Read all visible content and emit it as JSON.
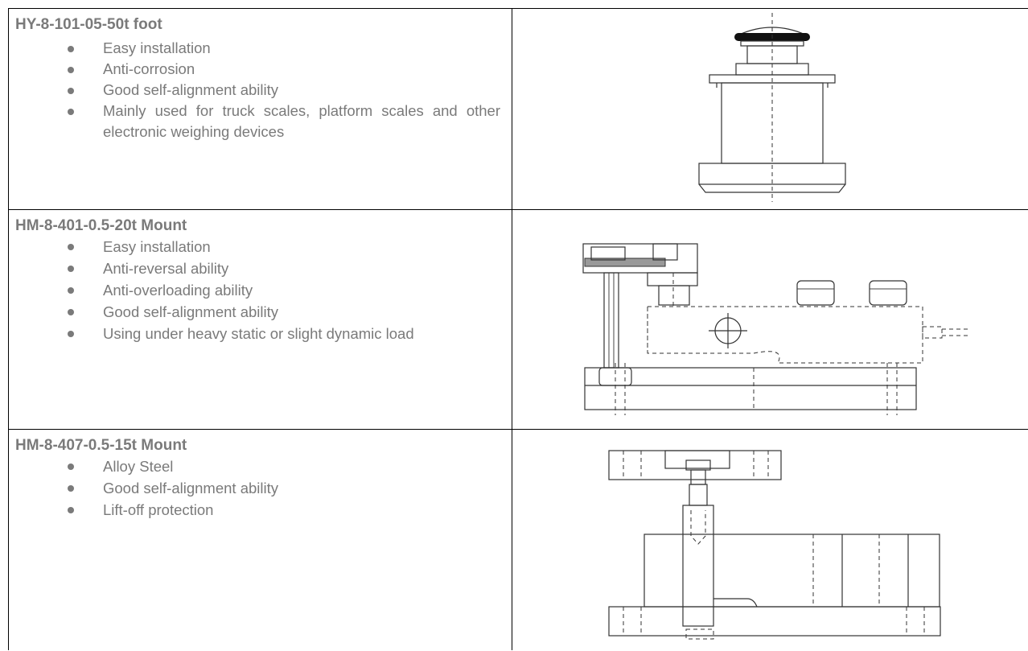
{
  "rows": [
    {
      "title": "HY-8-101-05-50t foot",
      "features": [
        "Easy installation",
        "Anti-corrosion",
        "Good self-alignment ability",
        "Mainly used for truck scales, platform scales and other electronic weighing devices"
      ]
    },
    {
      "title": "HM-8-401-0.5-20t Mount",
      "features": [
        "Easy installation",
        "Anti-reversal ability",
        "Anti-overloading ability",
        "Good self-alignment ability",
        "Using under heavy static or slight dynamic load"
      ]
    },
    {
      "title": "HM-8-407-0.5-15t Mount",
      "features": [
        "Alloy Steel",
        "Good self-alignment ability",
        "Lift-off protection"
      ]
    }
  ]
}
